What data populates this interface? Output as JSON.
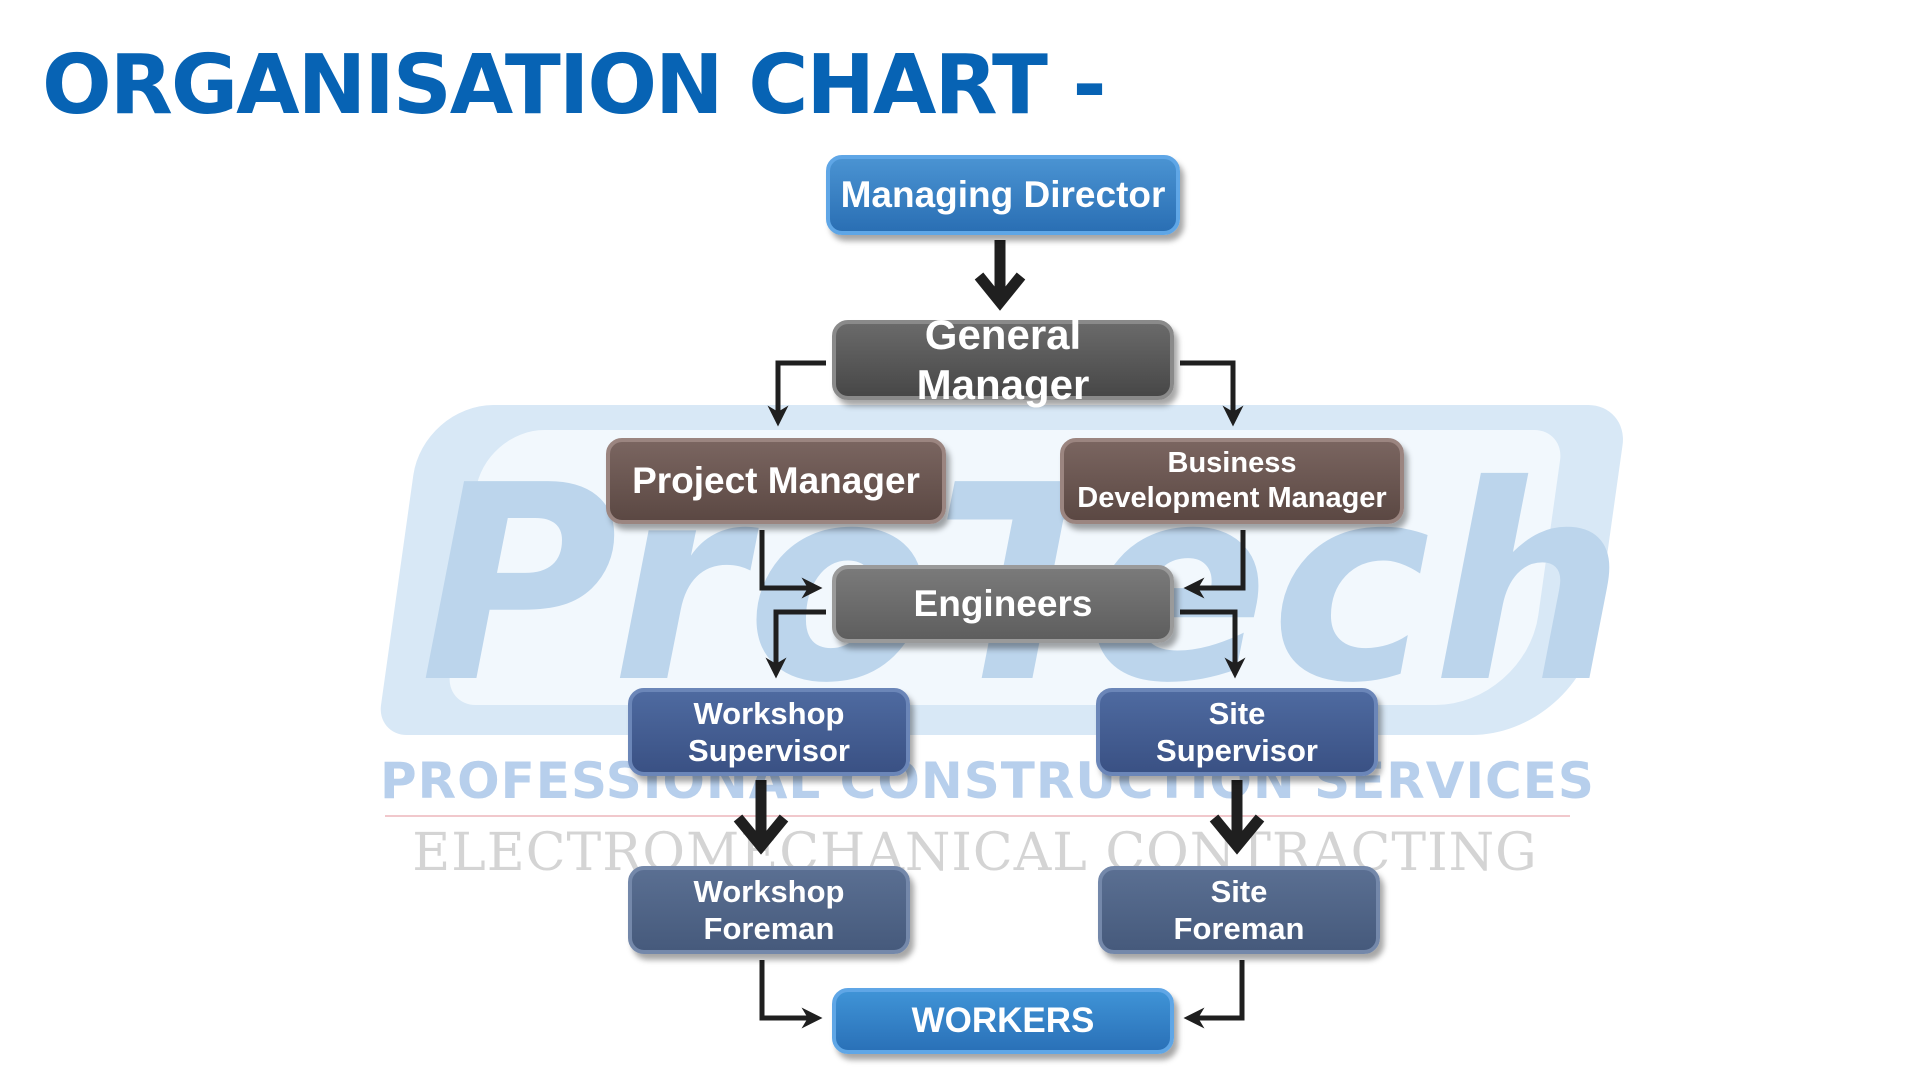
{
  "title": "ORGANISATION CHART -",
  "watermark": {
    "logo": "ProTech",
    "line1": "PROFESSIONAL CONSTRUCTION SERVICES",
    "line2": "ELECTROMECHANICAL CONTRACTING"
  },
  "nodes": {
    "managing_director": "Managing Director",
    "general_manager": "General Manager",
    "project_manager": "Project Manager",
    "business_development_manager": [
      "Business",
      "Development Manager"
    ],
    "engineers": "Engineers",
    "workshop_supervisor": [
      "Workshop",
      "Supervisor"
    ],
    "site_supervisor": [
      "Site",
      "Supervisor"
    ],
    "workshop_foreman": [
      "Workshop",
      "Foreman"
    ],
    "site_foreman": [
      "Site",
      "Foreman"
    ],
    "workers": "WORKERS"
  },
  "colors": {
    "title": "#0763b4",
    "blue_box": "#2a6fb4",
    "grey_box": "#474747",
    "brown_box": "#5b4843",
    "navy_box": "#3a5184",
    "slate_box": "#465a7c",
    "arrow": "#1f1f1f"
  }
}
